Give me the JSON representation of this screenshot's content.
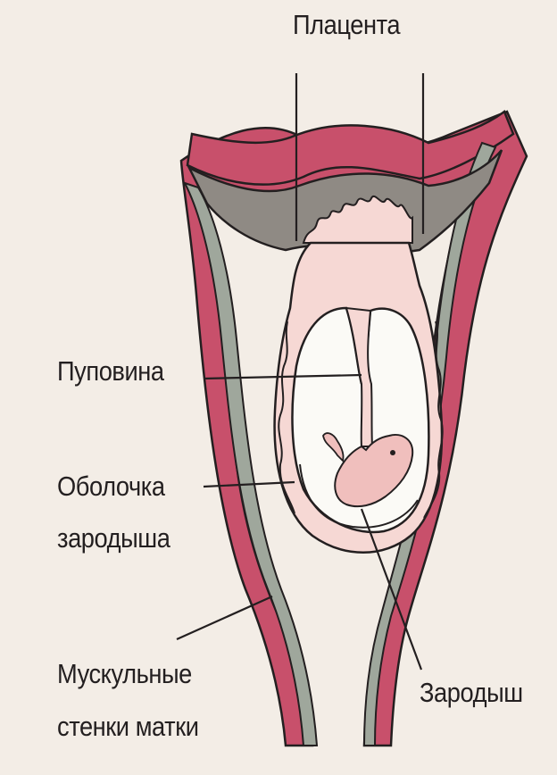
{
  "labels": {
    "placenta": "Плацента",
    "umbilical_cord": "Пуповина",
    "embryo_membrane_line1": "Оболочка",
    "embryo_membrane_line2": "зародыша",
    "uterine_muscle_walls_line1": "Мускульные",
    "uterine_muscle_walls_line2": "стенки матки",
    "embryo": "Зародыш"
  },
  "colors": {
    "background": "#f3ede6",
    "uterine_wall": "#c8506b",
    "membrane_layer": "#9fa79c",
    "placenta_tissue": "#8f8a84",
    "cavity_fluid": "#f6d8d4",
    "embryo": "#f0bfbd",
    "outline": "#231f20"
  }
}
